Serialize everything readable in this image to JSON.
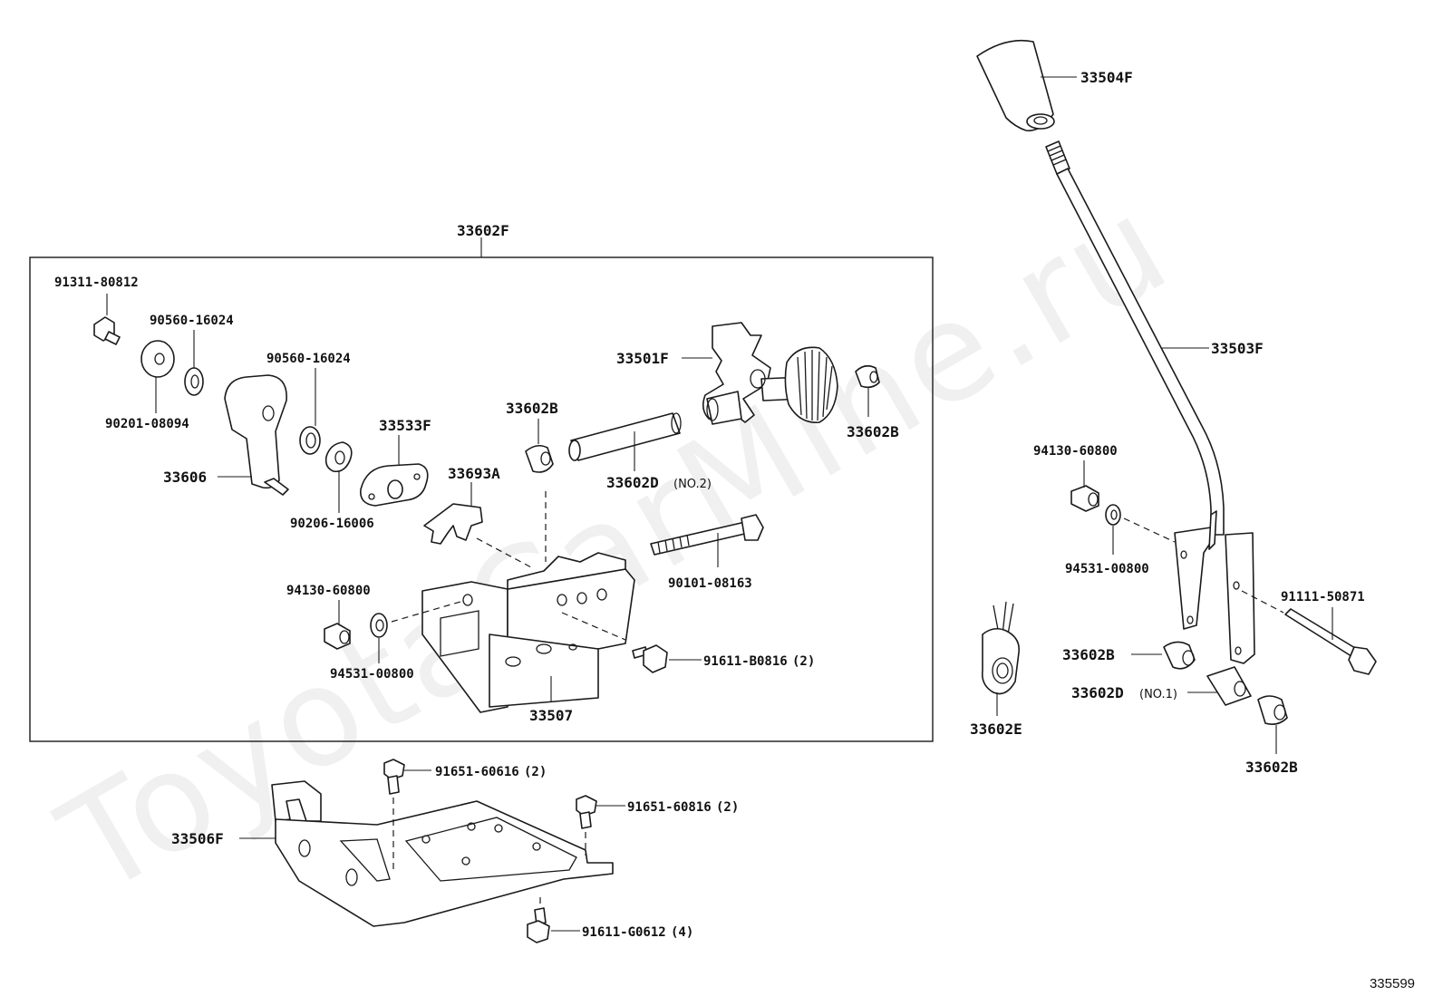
{
  "watermark": "ToyotaCarMine.ru",
  "doc_id": "335599",
  "assembly_label": "33602F",
  "labels": {
    "p33504F": "33504F",
    "p33503F": "33503F",
    "p33602F": "33602F",
    "p91311": "91311-80812",
    "p90560a": "90560-16024",
    "p90560b": "90560-16024",
    "p90201": "90201-08094",
    "p33606": "33606",
    "p33533F": "33533F",
    "p90206": "90206-16006",
    "p33501F": "33501F",
    "p33602B_a": "33602B",
    "p33602B_b": "33602B",
    "p33602D_2": "33602D",
    "p33602D_2_note": "(NO.2)",
    "p33693A": "33693A",
    "p90101": "90101-08163",
    "p94130a": "94130-60800",
    "p94531a": "94531-00800",
    "p91611b": "91611-B0816",
    "p91611b_qty": "(2)",
    "p33507": "33507",
    "p94130b": "94130-60800",
    "p94531b": "94531-00800",
    "p91111": "91111-50871",
    "p33602B_c": "33602B",
    "p33602D_1": "33602D",
    "p33602D_1_note": "(NO.1)",
    "p33602E": "33602E",
    "p33602B_d": "33602B",
    "p91651a": "91651-60616",
    "p91651a_qty": "(2)",
    "p91651b": "91651-60816",
    "p91651b_qty": "(2)",
    "p33506F": "33506F",
    "p91611g": "91611-G0612",
    "p91611g_qty": "(4)"
  }
}
